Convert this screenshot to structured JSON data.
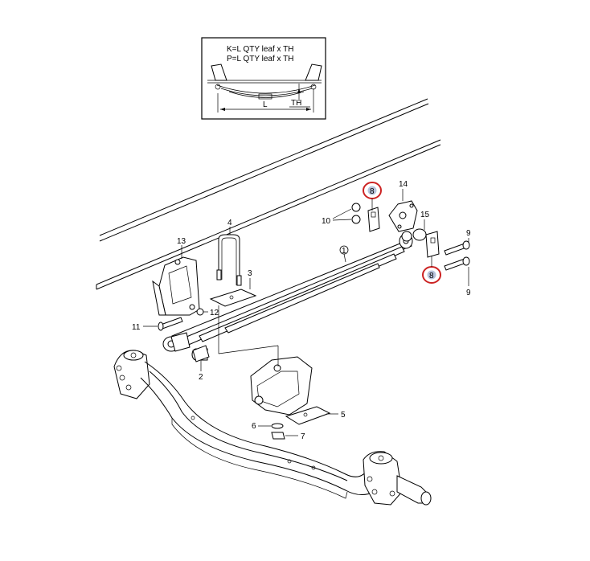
{
  "inset": {
    "line1": "K=L   QTY leaf x TH",
    "line2": "P=L   QTY leaf x TH",
    "dim_l": "L",
    "dim_th": "TH"
  },
  "callouts": {
    "c1": "1",
    "c2": "2",
    "c3": "3",
    "c4": "4",
    "c5": "5",
    "c6": "6",
    "c7": "7",
    "c8a": "8",
    "c8b": "8",
    "c9a": "9",
    "c9b": "9",
    "c10": "10",
    "c11": "11",
    "c12": "12",
    "c13": "13",
    "c14": "14",
    "c15": "15"
  },
  "colors": {
    "highlight_ring": "#cc2222",
    "highlight_fill": "#b8c4dc"
  }
}
